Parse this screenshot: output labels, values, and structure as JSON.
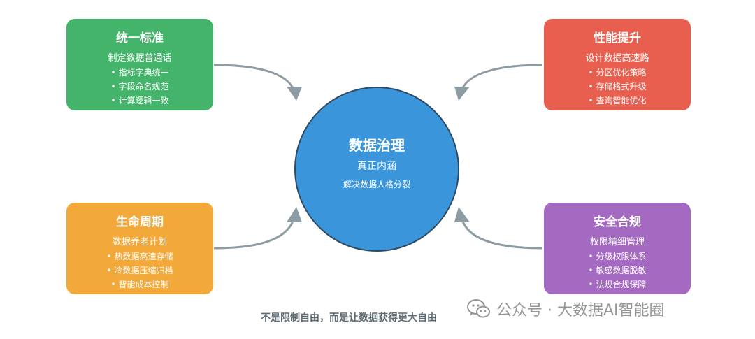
{
  "center": {
    "title": "数据治理",
    "subtitle": "真正内涵",
    "description": "解决数据人格分裂"
  },
  "boxes": {
    "top_left": {
      "title": "统一标准",
      "subtitle": "制定数据普通话",
      "items": [
        "• 指标字典统一",
        "• 字段命名规范",
        "• 计算逻辑一致"
      ],
      "color": "#45b46b"
    },
    "top_right": {
      "title": "性能提升",
      "subtitle": "设计数据高速路",
      "items": [
        "• 分区优化策略",
        "• 存储格式升级",
        "• 查询智能优化"
      ],
      "color": "#e95f4f"
    },
    "bottom_left": {
      "title": "生命周期",
      "subtitle": "数据养老计划",
      "items": [
        "• 热数据高速存储",
        "• 冷数据压缩归档",
        "• 智能成本控制"
      ],
      "color": "#f3a93a"
    },
    "bottom_right": {
      "title": "安全合规",
      "subtitle": "权限精细管理",
      "items": [
        "• 分级权限体系",
        "• 敏感数据脱敏",
        "• 法规合规保障"
      ],
      "color": "#a46ac1"
    }
  },
  "center_color": "#3a95db",
  "arrow_color": "#8d9ba3",
  "footer": "不是限制自由，而是让数据获得更大自由",
  "watermark": {
    "icon": "wechat-icon",
    "text": "公众号 · 大数据AI智能圈"
  }
}
